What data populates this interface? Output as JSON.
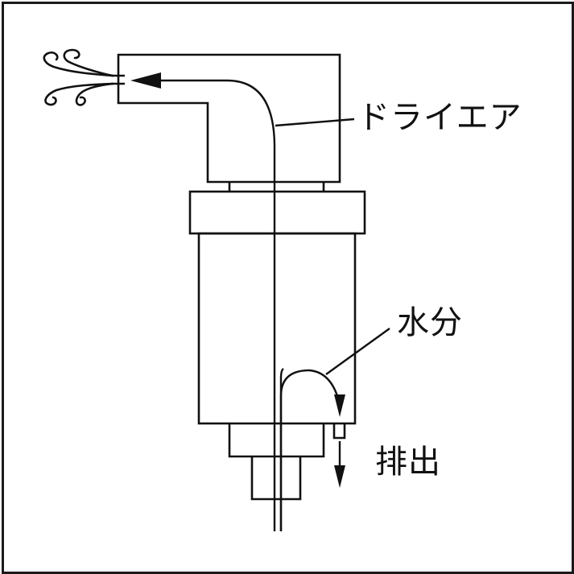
{
  "diagram": {
    "title": "",
    "labels": {
      "dry_air": "ドライエア",
      "moisture": "水分",
      "drain": "排出"
    },
    "components": [
      {
        "name": "elbow-outlet-head",
        "type": "L-shaped housing with air outlet on left"
      },
      {
        "name": "connector-neck",
        "type": "short neck between head and cap"
      },
      {
        "name": "cap-ring",
        "type": "wide cap / nut"
      },
      {
        "name": "filter-bowl",
        "type": "cylindrical body"
      },
      {
        "name": "bottom-fitting-upper",
        "type": "step fitting"
      },
      {
        "name": "bottom-fitting-lower",
        "type": "inlet fitting"
      },
      {
        "name": "drain-port",
        "type": "small drain nozzle"
      }
    ],
    "flows": [
      {
        "name": "dry-air-path",
        "from": "bottom inlet",
        "to": "left outlet",
        "direction": "up then left",
        "label": "ドライエア"
      },
      {
        "name": "moisture-path",
        "from": "bowl interior",
        "to": "drain port",
        "direction": "arc down",
        "label": "水分"
      },
      {
        "name": "drain-flow",
        "from": "drain port",
        "to": "outside",
        "direction": "down",
        "label": "排出"
      }
    ],
    "colors": {
      "line": "#111111",
      "background": "#ffffff"
    }
  }
}
